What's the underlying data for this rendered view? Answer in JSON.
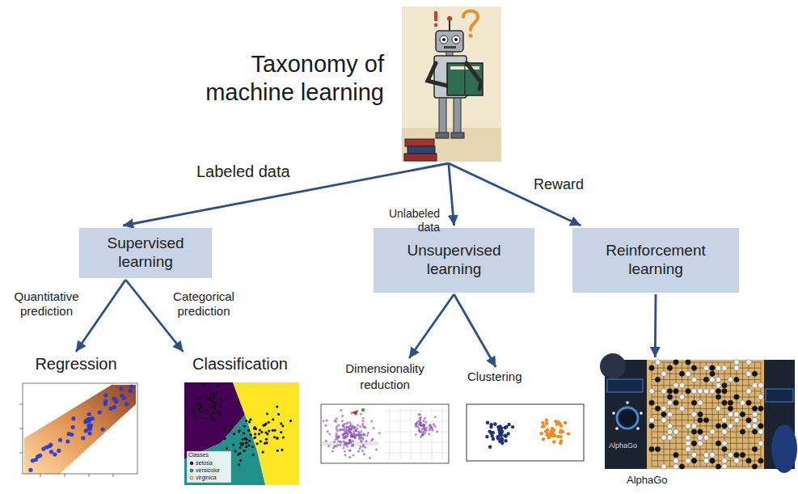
{
  "diagram": {
    "nodes": [
      {
        "text": [
          "Taxonomy of machine learning"
        ]
      },
      {
        "text": [
          "Supervised learning"
        ]
      },
      {
        "text": [
          "Unsupervised learning"
        ]
      },
      {
        "text": [
          "Reinforcement learning"
        ]
      },
      {
        "text": [
          "Regression"
        ]
      },
      {
        "text": [
          "Classification"
        ]
      },
      {
        "text": [
          "Dimensionality reduction"
        ]
      },
      {
        "text": [
          "Clustering"
        ]
      },
      {
        "text": [
          "AlphaGo"
        ]
      }
    ],
    "edges": [
      {
        "from": 0,
        "to": 1,
        "arrow": "to",
        "label": "Labeled data"
      },
      {
        "from": 0,
        "to": 2,
        "arrow": "to",
        "label": "Unlabeled data"
      },
      {
        "from": 0,
        "to": 3,
        "arrow": "to",
        "label": "Reward"
      },
      {
        "from": 1,
        "to": 4,
        "arrow": "to",
        "label": "Quantitative prediction"
      },
      {
        "from": 1,
        "to": 5,
        "arrow": "to",
        "label": "Categorical prediction"
      },
      {
        "from": 2,
        "to": 6,
        "arrow": "to"
      },
      {
        "from": 2,
        "to": 7,
        "arrow": "to"
      },
      {
        "from": 3,
        "to": 8,
        "arrow": "to"
      }
    ],
    "labels": [
      "Classes",
      "setosa",
      "versicolor",
      "virginica",
      "AlphaGo"
    ]
  }
}
